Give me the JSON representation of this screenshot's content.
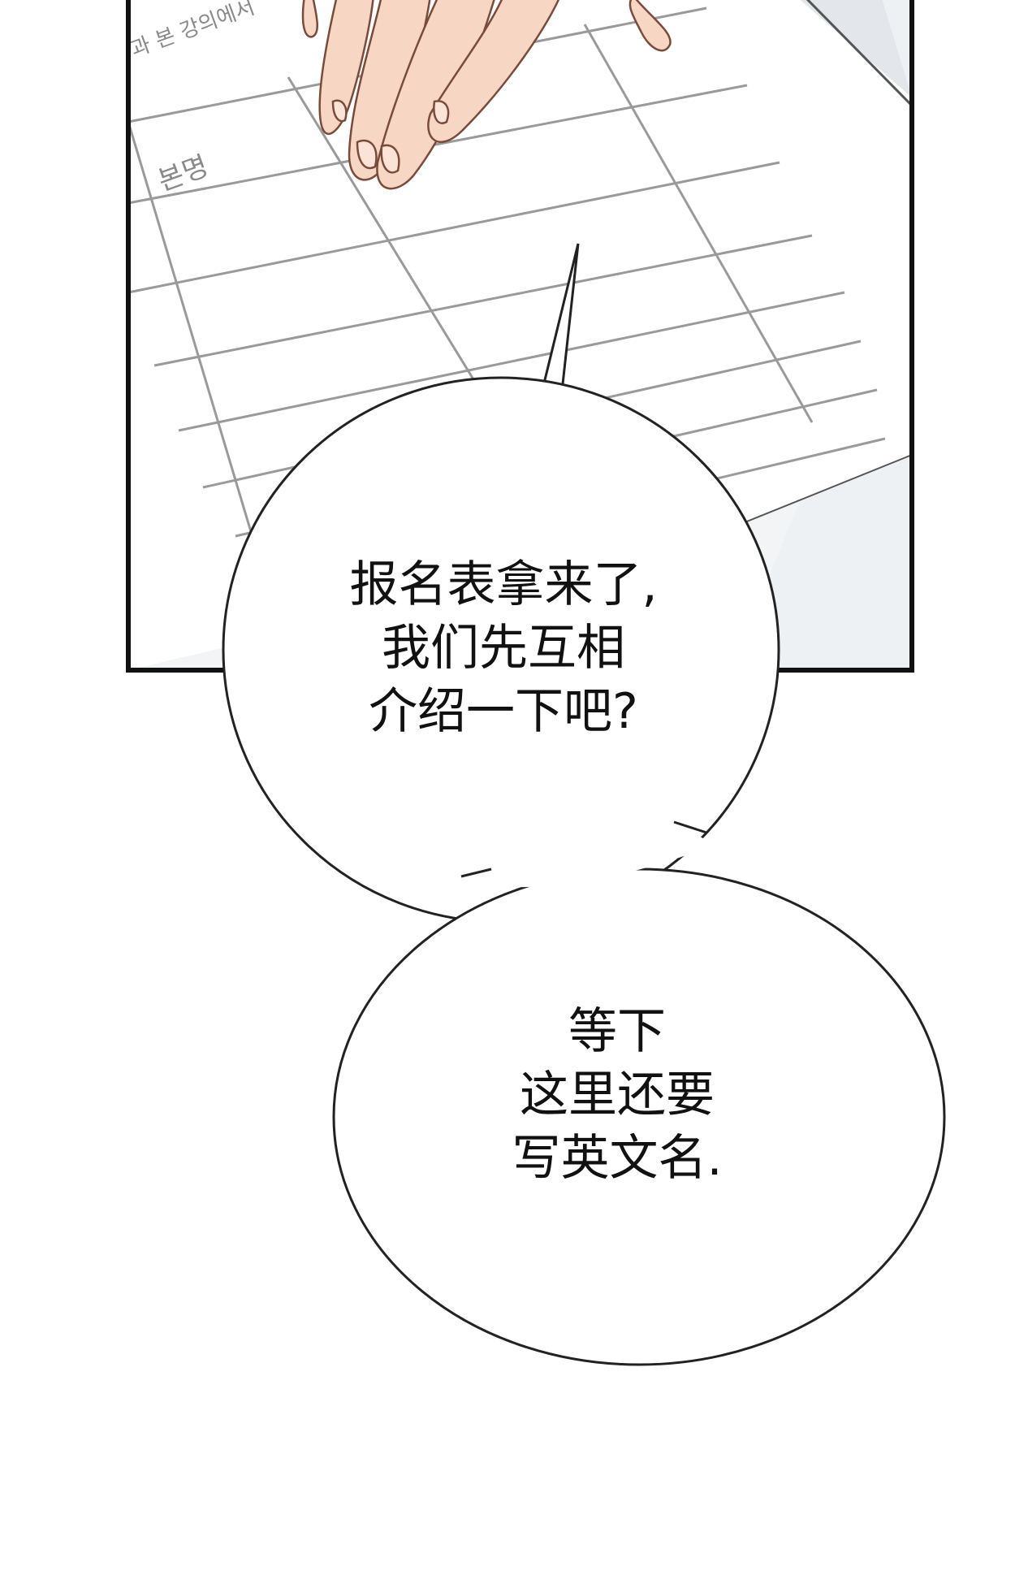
{
  "panel": {
    "form_header_text": "과 본 강의에서",
    "form_top_right_text": "본명",
    "form_field_label": "본명"
  },
  "bubble1": {
    "lines": [
      "报名表拿来了,",
      "我们先互相",
      "介绍一下吧?"
    ]
  },
  "bubble2": {
    "lines": [
      "等下",
      "这里还要",
      "写英文名."
    ]
  },
  "colors": {
    "panel_border": "#111111",
    "paper": "#ffffff",
    "paper_shadow": "#e3e7ec",
    "background_grey": "#f2f4f6",
    "form_lines": "#9a9a9a",
    "skin": "#f7d6c3",
    "skin_shadow": "#e9b9a0",
    "bubble_fill": "#ffffff",
    "bubble_stroke": "#222222",
    "text": "#111111"
  }
}
